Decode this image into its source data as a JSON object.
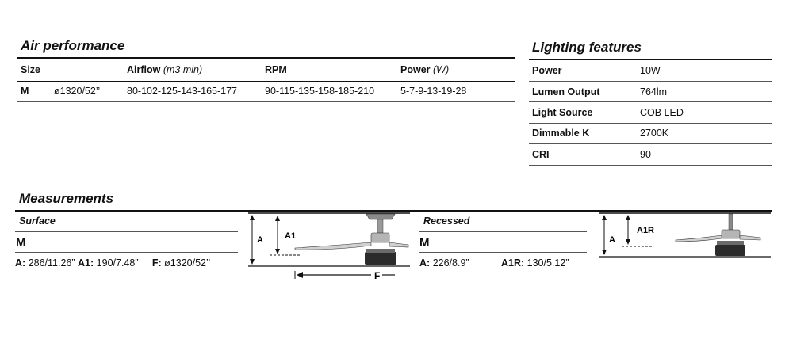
{
  "air": {
    "title": "Air performance",
    "headers": {
      "size": "Size",
      "airflow": "Airflow",
      "airflow_unit": "(m3 min)",
      "rpm": "RPM",
      "power": "Power",
      "power_unit": "(W)"
    },
    "row": {
      "size": "M",
      "diameter": "ø1320/52’’",
      "airflow": "80-102-125-143-165-177",
      "rpm": "90-115-135-158-185-210",
      "power": "5-7-9-13-19-28"
    }
  },
  "lighting": {
    "title": "Lighting features",
    "rows": [
      {
        "label": "Power",
        "value": "10W"
      },
      {
        "label": "Lumen Output",
        "value": "764lm"
      },
      {
        "label": "Light Source",
        "value": "COB LED"
      },
      {
        "label": "Dimmable K",
        "value": "2700K"
      },
      {
        "label": "CRI",
        "value": "90"
      }
    ]
  },
  "measurements": {
    "title": "Measurements",
    "surface": {
      "label": "Surface",
      "size": "M",
      "a_key": "A:",
      "a_val": "286/11.26”",
      "a1_key": "A1:",
      "a1_val": "190/7.48”",
      "f_key": "F:",
      "f_val": "ø1320/52’’",
      "diagram": {
        "a": "A",
        "a1": "A1",
        "f": "F"
      }
    },
    "recessed": {
      "label": "Recessed",
      "size": "M",
      "a_key": "A:",
      "a_val": "226/8.9”",
      "a1r_key": "A1R:",
      "a1r_val": "130/5.12”",
      "diagram": {
        "a": "A",
        "a1r": "A1R"
      }
    }
  }
}
